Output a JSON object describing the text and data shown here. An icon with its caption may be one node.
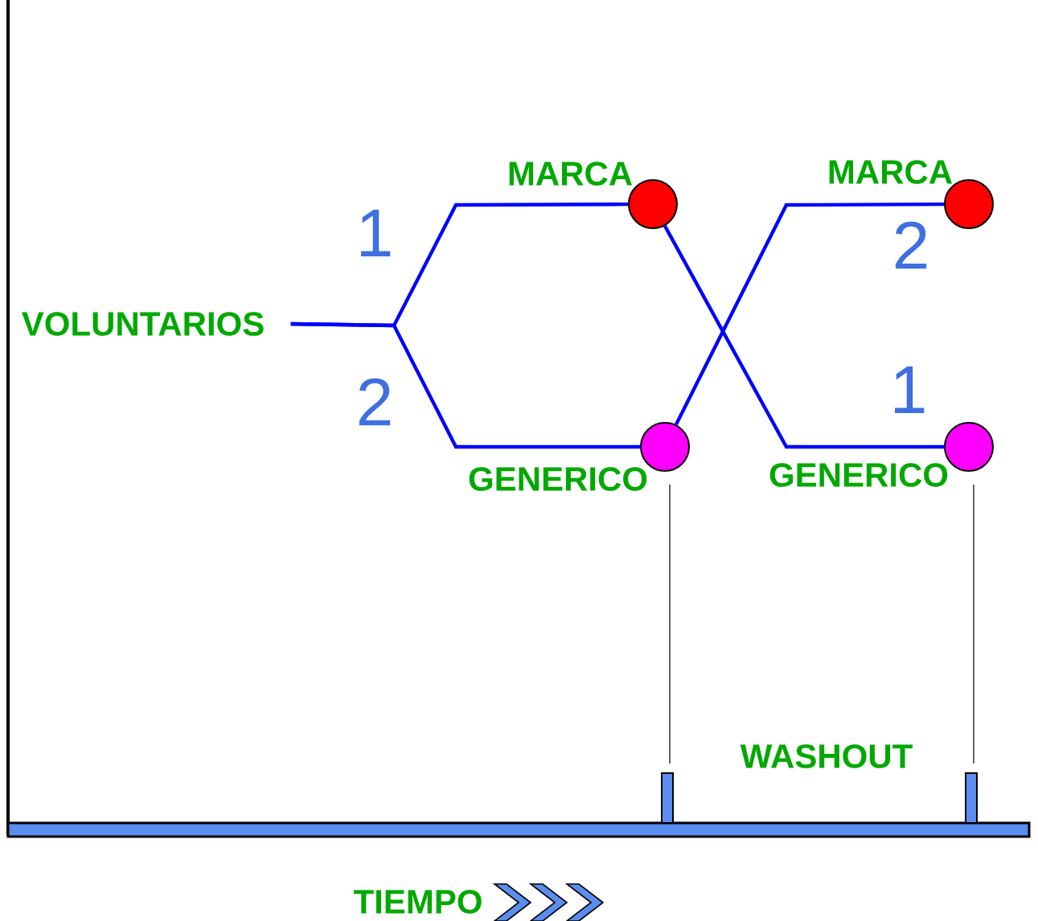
{
  "diagram": {
    "nodes": [
      {
        "text": [
          "VOLUNTARIOS"
        ]
      },
      {
        "text": [],
        "shape": "circle",
        "beside": [
          "MARCA"
        ]
      },
      {
        "text": [],
        "shape": "circle",
        "beside": [
          "GENERICO"
        ]
      },
      {
        "text": [],
        "shape": "circle",
        "beside": [
          "MARCA"
        ]
      },
      {
        "text": [],
        "shape": "circle",
        "beside": [
          "GENERICO"
        ]
      }
    ],
    "edges": [
      {
        "from": 0,
        "to": 1,
        "arrow": "none"
      },
      {
        "from": 0,
        "to": 2,
        "arrow": "none"
      },
      {
        "from": 1,
        "to": 4,
        "arrow": "none"
      },
      {
        "from": 2,
        "to": 3,
        "arrow": "none"
      }
    ],
    "labels": [
      "1",
      "2",
      "2",
      "1",
      "WASHOUT",
      "TIEMPO"
    ]
  }
}
